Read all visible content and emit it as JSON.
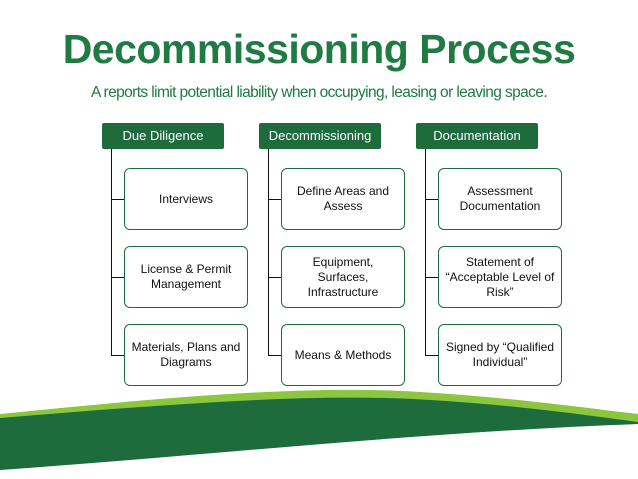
{
  "title": "Decommissioning Process",
  "subtitle": "A reports limit potential liability when occupying, leasing or leaving space.",
  "colors": {
    "title_green": "#1f7a44",
    "header_green": "#1e6b3c",
    "wave_dark": "#1e6b3c",
    "wave_light": "#8cc63f"
  },
  "columns": [
    {
      "header": "Due Diligence",
      "items": [
        "Interviews",
        "License & Permit Management",
        "Materials, Plans and Diagrams"
      ]
    },
    {
      "header": "Decommissioning",
      "items": [
        "Define Areas and Assess",
        "Equipment, Surfaces, Infrastructure",
        "Means & Methods"
      ]
    },
    {
      "header": "Documentation",
      "items": [
        "Assessment Documentation",
        "Statement of “Acceptable Level of Risk”",
        "Signed by “Qualified Individual”"
      ]
    }
  ]
}
